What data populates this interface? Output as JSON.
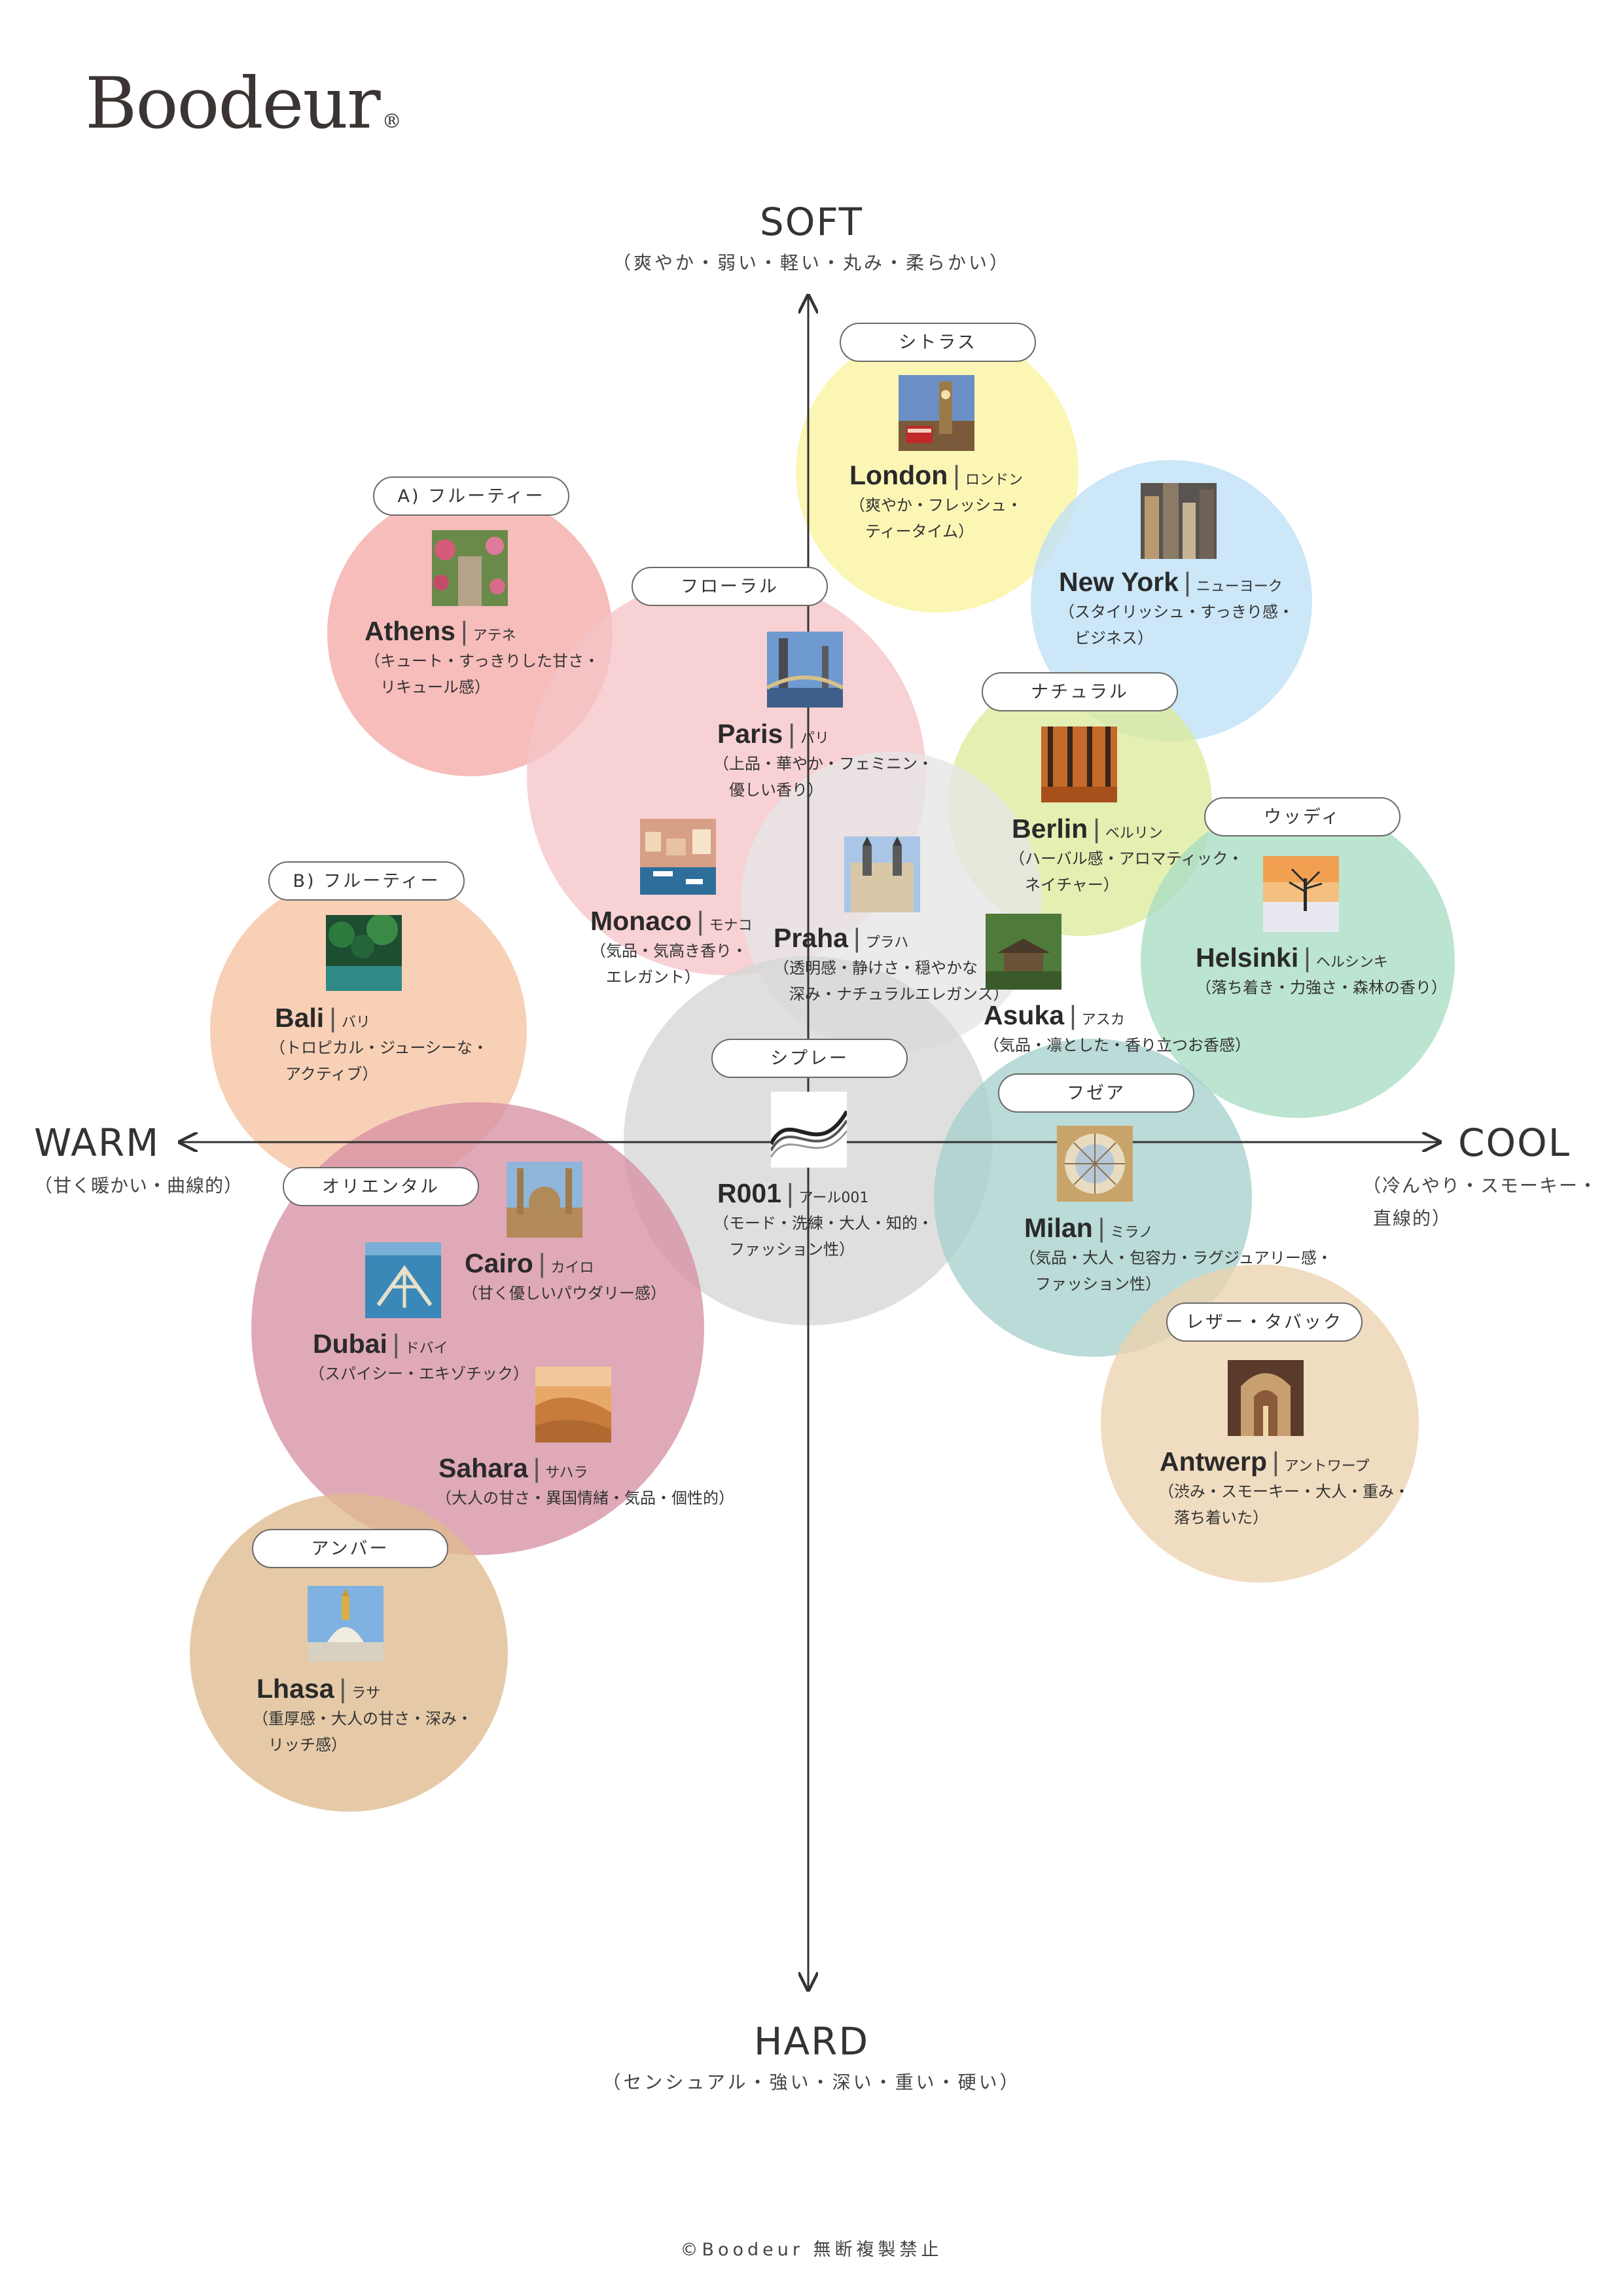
{
  "brand": {
    "name": "Boodeur",
    "registered": "®"
  },
  "axes": {
    "soft": {
      "title": "SOFT",
      "subtitle": "（爽やか・弱い・軽い・丸み・柔らかい）"
    },
    "hard": {
      "title": "HARD",
      "subtitle": "（センシュアル・強い・深い・重い・硬い）"
    },
    "warm": {
      "title": "WARM",
      "subtitle": "（甘く暖かい・曲線的）"
    },
    "cool": {
      "title": "COOL",
      "subtitle_line1": "（冷んやり・スモーキー・",
      "subtitle_line2": "直線的）"
    }
  },
  "families": [
    {
      "id": "citrus",
      "label": "シトラス",
      "color": "#fbf3a0"
    },
    {
      "id": "fruity-a",
      "label": "A) フルーティー",
      "color": "#f4aaa8"
    },
    {
      "id": "floral",
      "label": "フローラル",
      "color": "#f6c4c8"
    },
    {
      "id": "new-york",
      "label": "",
      "color": "#bde0f6"
    },
    {
      "id": "natural",
      "label": "ナチュラル",
      "color": "#dcea9c"
    },
    {
      "id": "woody",
      "label": "ウッディ",
      "color": "#a8dcc4"
    },
    {
      "id": "praha",
      "label": "",
      "color": "#e6e6e6"
    },
    {
      "id": "fruity-b",
      "label": "B) フルーティー",
      "color": "#f6c3a2"
    },
    {
      "id": "chypre",
      "label": "シプレー",
      "color": "#d6d6d6"
    },
    {
      "id": "fougere",
      "label": "フゼア",
      "color": "#a6d1cc"
    },
    {
      "id": "oriental",
      "label": "オリエンタル",
      "color": "#d791a4"
    },
    {
      "id": "leather-tobacco",
      "label": "レザー・タバック",
      "color": "#ecd2ae"
    },
    {
      "id": "amber",
      "label": "アンバー",
      "color": "#dfbb90"
    }
  ],
  "cities": [
    {
      "id": "london",
      "name": "London",
      "kana": "ロンドン",
      "desc": "（爽やか・フレッシュ・\n　ティータイム）",
      "icon": "big-ben-photo"
    },
    {
      "id": "new-york",
      "name": "New York",
      "kana": "ニューヨーク",
      "desc": "（スタイリッシュ・すっきり感・\n　ビジネス）",
      "icon": "skyscrapers-photo"
    },
    {
      "id": "athens",
      "name": "Athens",
      "kana": "アテネ",
      "desc": "（キュート・すっきりした甘さ・\n　リキュール感）",
      "icon": "flower-alley-photo"
    },
    {
      "id": "paris",
      "name": "Paris",
      "kana": "パリ",
      "desc": "（上品・華やか・フェミニン・\n　優しい香り）",
      "icon": "bridge-photo"
    },
    {
      "id": "berlin",
      "name": "Berlin",
      "kana": "ベルリン",
      "desc": "（ハーバル感・アロマティック・\n　ネイチャー）",
      "icon": "autumn-forest-photo"
    },
    {
      "id": "helsinki",
      "name": "Helsinki",
      "kana": "ヘルシンキ",
      "desc": "（落ち着き・力強さ・森林の香り）",
      "icon": "winter-tree-photo"
    },
    {
      "id": "monaco",
      "name": "Monaco",
      "kana": "モナコ",
      "desc": "（気品・気高き香り・\n　エレガント）",
      "icon": "harbor-photo"
    },
    {
      "id": "praha",
      "name": "Praha",
      "kana": "プラハ",
      "desc": "（透明感・静けさ・穏やかな\n　深み・ナチュラルエレガンス）",
      "icon": "old-town-photo"
    },
    {
      "id": "asuka",
      "name": "Asuka",
      "kana": "アスカ",
      "desc": "（気品・凛とした・香り立つお香感）",
      "icon": "temple-photo"
    },
    {
      "id": "bali",
      "name": "Bali",
      "kana": "バリ",
      "desc": "（トロピカル・ジューシーな・\n　アクティブ）",
      "icon": "jungle-photo"
    },
    {
      "id": "r001",
      "name": "R001",
      "kana": "アール001",
      "desc": "（モード・洗練・大人・知的・\n　ファッション性）",
      "icon": "wave-art-photo"
    },
    {
      "id": "milan",
      "name": "Milan",
      "kana": "ミラノ",
      "desc": "（気品・大人・包容力・ラグジュアリー感・\n　ファッション性）",
      "icon": "galleria-dome-photo"
    },
    {
      "id": "cairo",
      "name": "Cairo",
      "kana": "カイロ",
      "desc": "（甘く優しいパウダリー感）",
      "icon": "mosque-photo"
    },
    {
      "id": "dubai",
      "name": "Dubai",
      "kana": "ドバイ",
      "desc": "（スパイシー・エキゾチック）",
      "icon": "palm-island-photo"
    },
    {
      "id": "sahara",
      "name": "Sahara",
      "kana": "サハラ",
      "desc": "（大人の甘さ・異国情緒・気品・個性的）",
      "icon": "desert-dune-photo"
    },
    {
      "id": "antwerp",
      "name": "Antwerp",
      "kana": "アントワープ",
      "desc": "（渋み・スモーキー・大人・重み・\n　落ち着いた）",
      "icon": "cathedral-photo"
    },
    {
      "id": "lhasa",
      "name": "Lhasa",
      "kana": "ラサ",
      "desc": "（重厚感・大人の甘さ・深み・\n　リッチ感）",
      "icon": "stupa-photo"
    }
  ],
  "copyright": "©Boodeur 無断複製禁止"
}
